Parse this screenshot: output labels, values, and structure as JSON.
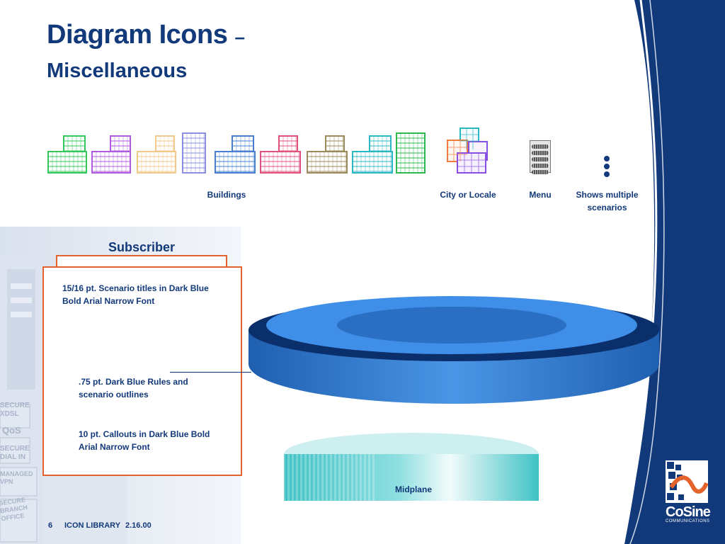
{
  "slide": {
    "title": "Diagram Icons",
    "title_dash": "–",
    "subtitle": "Miscellaneous"
  },
  "icons": {
    "buildings_label": "Buildings",
    "city_label": "City or Locale",
    "menu_label": "Menu",
    "multiple_label_line1": "Shows multiple",
    "multiple_label_line2": "scenarios",
    "building_colors": [
      "#34c759",
      "#b05be0",
      "#f2c98a",
      "#8a8fe0",
      "#4a7fd0",
      "#e0527c",
      "#9c8a5b",
      "#2ab8c4",
      "#2bb84f"
    ]
  },
  "scenario": {
    "title": "Subscriber",
    "note1_line1": "15/16 pt. Scenario titles in Dark Blue",
    "note1_line2": "Bold Arial Narrow Font",
    "note2_line1": ".75 pt. Dark Blue Rules and",
    "note2_line2": "scenario outlines",
    "note3_line1": "10 pt. Callouts in Dark Blue Bold",
    "note3_line2": "Arial Narrow Font"
  },
  "midplane": {
    "label": "Midplane"
  },
  "background_words": [
    "SECURE XDSL",
    "QoS",
    "SECURE DIAL IN",
    "MANAGED VPN",
    "SECURE BRANCH OFFICE"
  ],
  "footer": {
    "page": "6",
    "library": "ICON LIBRARY",
    "date": "2.16.00"
  },
  "logo": {
    "name": "CoSine",
    "tagline": "COMMUNICATIONS",
    "tm": "™"
  },
  "colors": {
    "dark_blue": "#12397a",
    "orange": "#e4622b",
    "ring_blue": "#3f8ee8",
    "teal": "#43c6c9"
  }
}
